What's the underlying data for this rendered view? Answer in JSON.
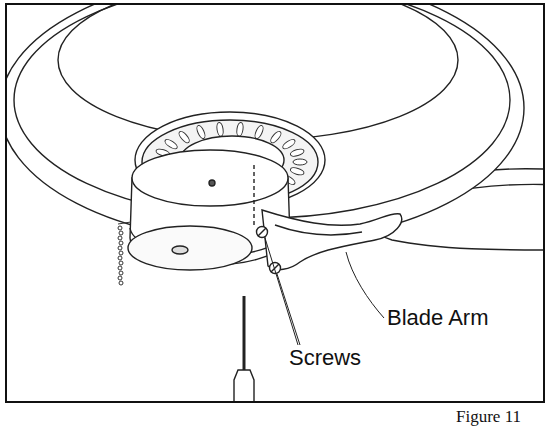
{
  "diagram": {
    "caption": "Figure 11",
    "labels": [
      "Blade Arm",
      "Screws"
    ]
  }
}
